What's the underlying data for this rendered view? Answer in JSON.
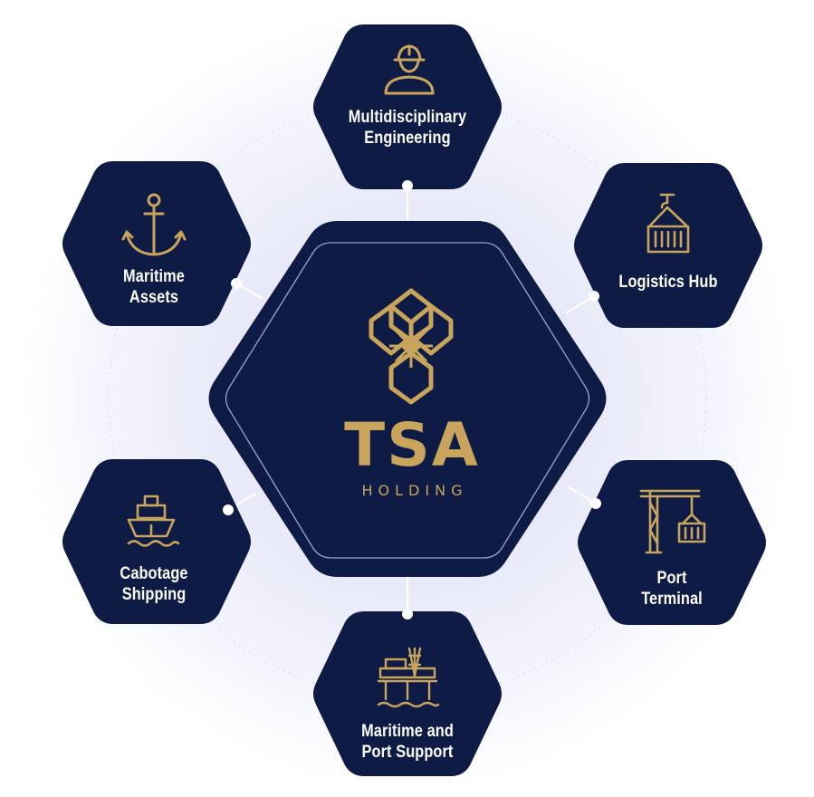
{
  "center": {
    "brand": "TSA",
    "subtitle": "HOLDING"
  },
  "services": [
    {
      "label": "Multidisciplinary\nEngineering",
      "icon": "worker-helmet-icon"
    },
    {
      "label": "Logistics Hub",
      "icon": "crane-container-icon"
    },
    {
      "label": "Port\nTerminal",
      "icon": "port-crane-icon"
    },
    {
      "label": "Maritime and\nPort Support",
      "icon": "offshore-platform-icon"
    },
    {
      "label": "Cabotage\nShipping",
      "icon": "ship-icon"
    },
    {
      "label": "Maritime\nAssets",
      "icon": "anchor-icon"
    }
  ],
  "colors": {
    "navy": "#0d1b45",
    "gold": "#c9a45c",
    "text": "#ffffff",
    "ring": "#d5d8ee"
  }
}
